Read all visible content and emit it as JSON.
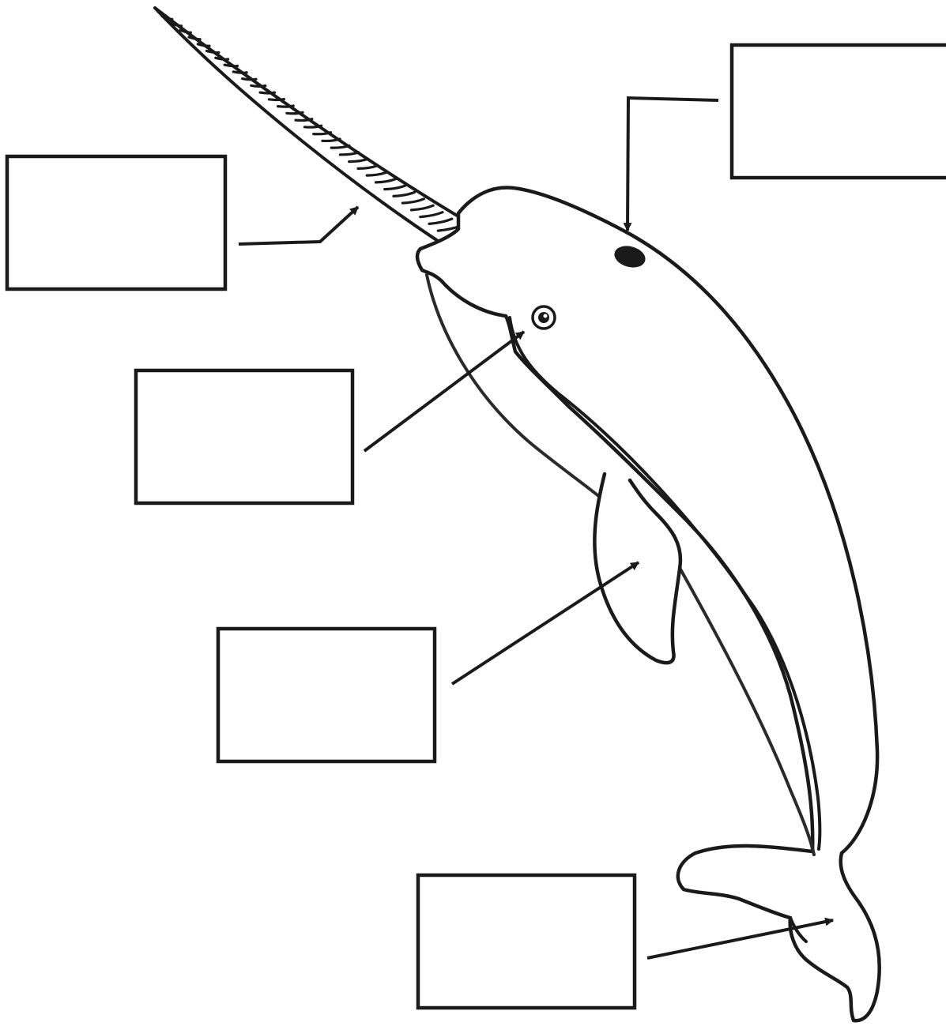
{
  "diagram": {
    "subject": "narwhal",
    "label_boxes": [
      {
        "id": "tusk",
        "text": ""
      },
      {
        "id": "blowhole",
        "text": ""
      },
      {
        "id": "eye",
        "text": ""
      },
      {
        "id": "flipper",
        "text": ""
      },
      {
        "id": "tail-fluke",
        "text": ""
      }
    ]
  },
  "colors": {
    "stroke": "#1a1a1a",
    "background": "#ffffff",
    "box_fill": "#ffffff"
  }
}
